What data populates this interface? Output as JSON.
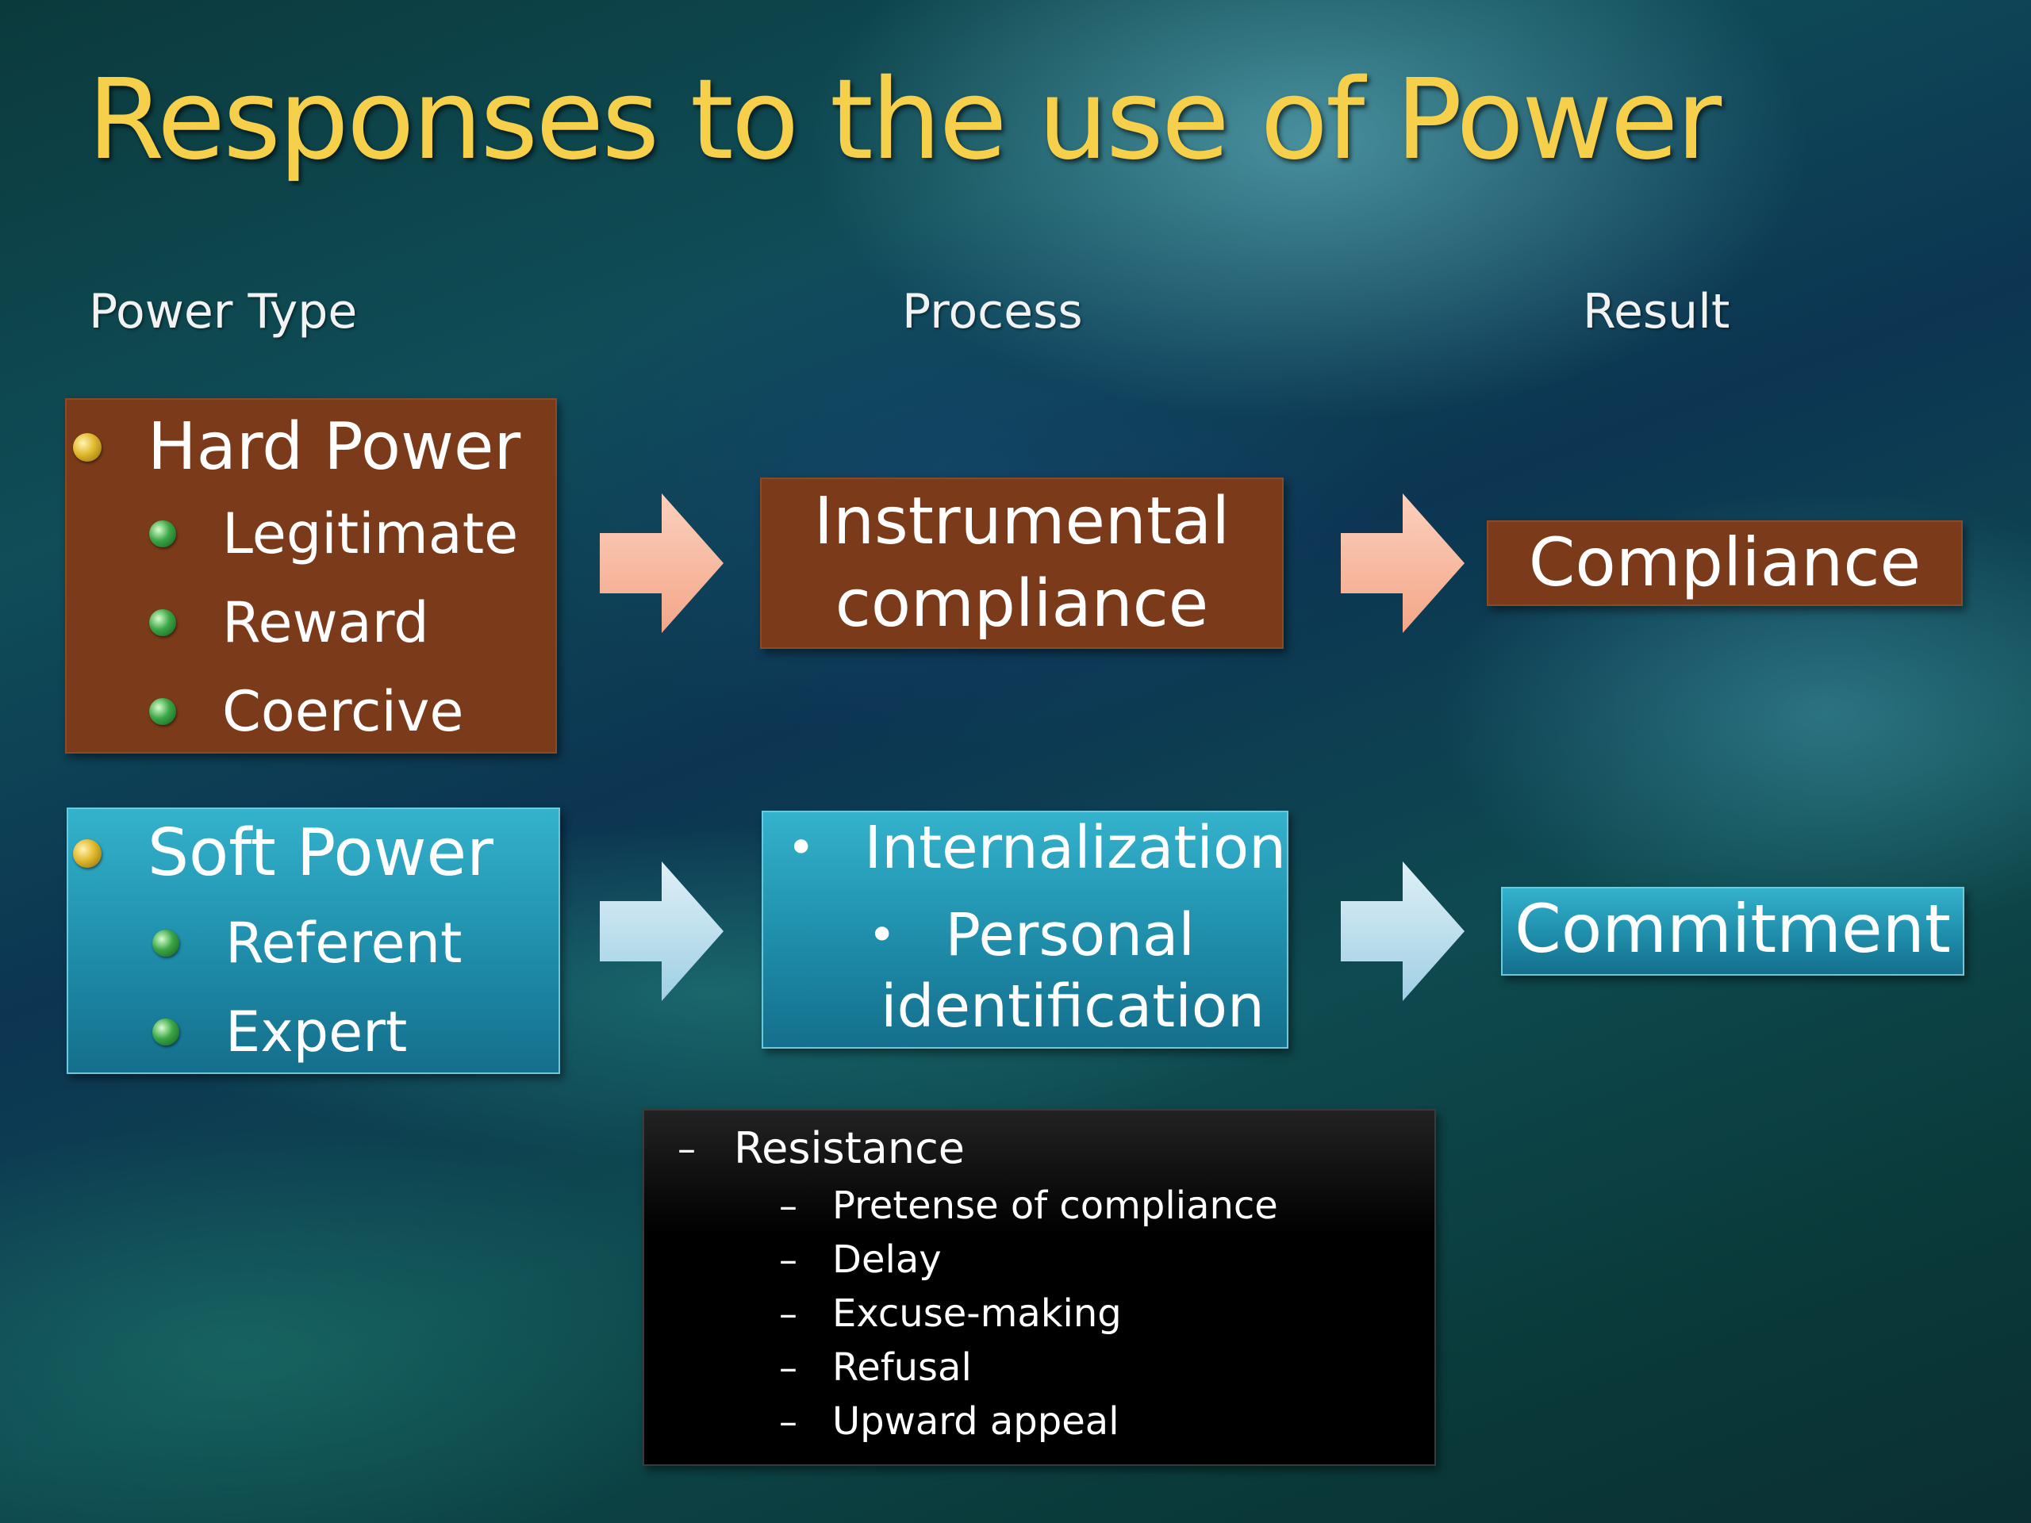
{
  "title": "Responses to the use of Power",
  "columns": {
    "power_type": "Power   Type",
    "process": "Process",
    "result": "Result"
  },
  "hard_power": {
    "label": "Hard Power",
    "items": [
      "Legitimate",
      "Reward",
      "Coercive"
    ],
    "process": [
      "Instrumental",
      "compliance"
    ],
    "result": "Compliance"
  },
  "soft_power": {
    "label": "Soft Power",
    "items": [
      "Referent",
      "Expert"
    ],
    "process": [
      "Internalization",
      "Personal",
      "identification"
    ],
    "result": "Commitment"
  },
  "resistance": {
    "label": "Resistance",
    "items": [
      "Pretense of compliance",
      "Delay",
      "Excuse-making",
      "Refusal",
      "Upward appeal"
    ]
  },
  "colors": {
    "title": "#f6d04a",
    "hard_box": "#7b3b1b",
    "soft_box": "#1e8daa",
    "hard_arrow": "#f7b9a2",
    "soft_arrow": "#b8dcec"
  }
}
